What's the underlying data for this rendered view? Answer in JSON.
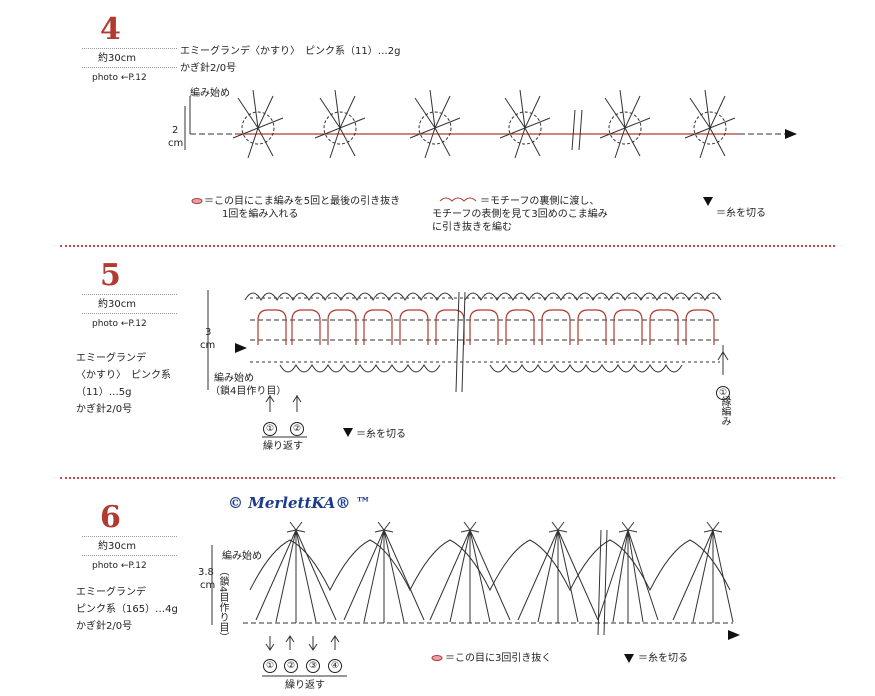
{
  "sections": [
    {
      "number": "4",
      "size": "約30cm",
      "photo": "photo ←P.12",
      "material_lines": [
        "エミーグランデ〈かすり〉　ピンク系（11）…2g",
        "かぎ針2/0号"
      ],
      "start_label": "編み始め",
      "height_label_num": "2",
      "height_label_unit": "cm",
      "note1_lines": [
        "＝この目にこま編みを5回と最後の引き抜き",
        "1回を編み入れる"
      ],
      "note2_lines": [
        "＝モチーフの裏側に渡し、",
        "モチーフの表側を見て3回めのこま編み",
        "に引き抜きを編む"
      ],
      "cut_note": "＝糸を切る"
    },
    {
      "number": "5",
      "size": "約30cm",
      "photo": "photo ←P.12",
      "material_lines": [
        "エミーグランデ",
        "〈かすり〉　ピンク系",
        "（11）…5g",
        "かぎ針2/0号"
      ],
      "start_lines": [
        "編み始め",
        "（鎖4目作り目）"
      ],
      "height_label_num": "3",
      "height_label_unit": "cm",
      "repeat_marks": [
        "①",
        "②"
      ],
      "repeat_label": "繰り返す",
      "cut_note": "＝糸を切る",
      "edge_mark": "①",
      "edge_label": "縁編み"
    },
    {
      "number": "6",
      "size": "約30cm",
      "photo": "photo ←P.12",
      "material_lines": [
        "エミーグランデ",
        "ピンク系（165）…4g",
        "かぎ針2/0号"
      ],
      "start_label": "編み始め",
      "chain_vertical": "（鎖4目作り目）",
      "height_label_num": "3.8",
      "height_label_unit": "cm",
      "repeat_marks": [
        "①",
        "②",
        "③",
        "④"
      ],
      "repeat_label": "繰り返す",
      "note": "＝この目に3回引き抜く",
      "cut_note": "＝糸を切る"
    }
  ],
  "watermark": "© MerlettKA® ™",
  "colors": {
    "accent": "#b23a30",
    "line": "#333333",
    "separator": "#cc4444",
    "watermark": "#1b3c8c"
  }
}
